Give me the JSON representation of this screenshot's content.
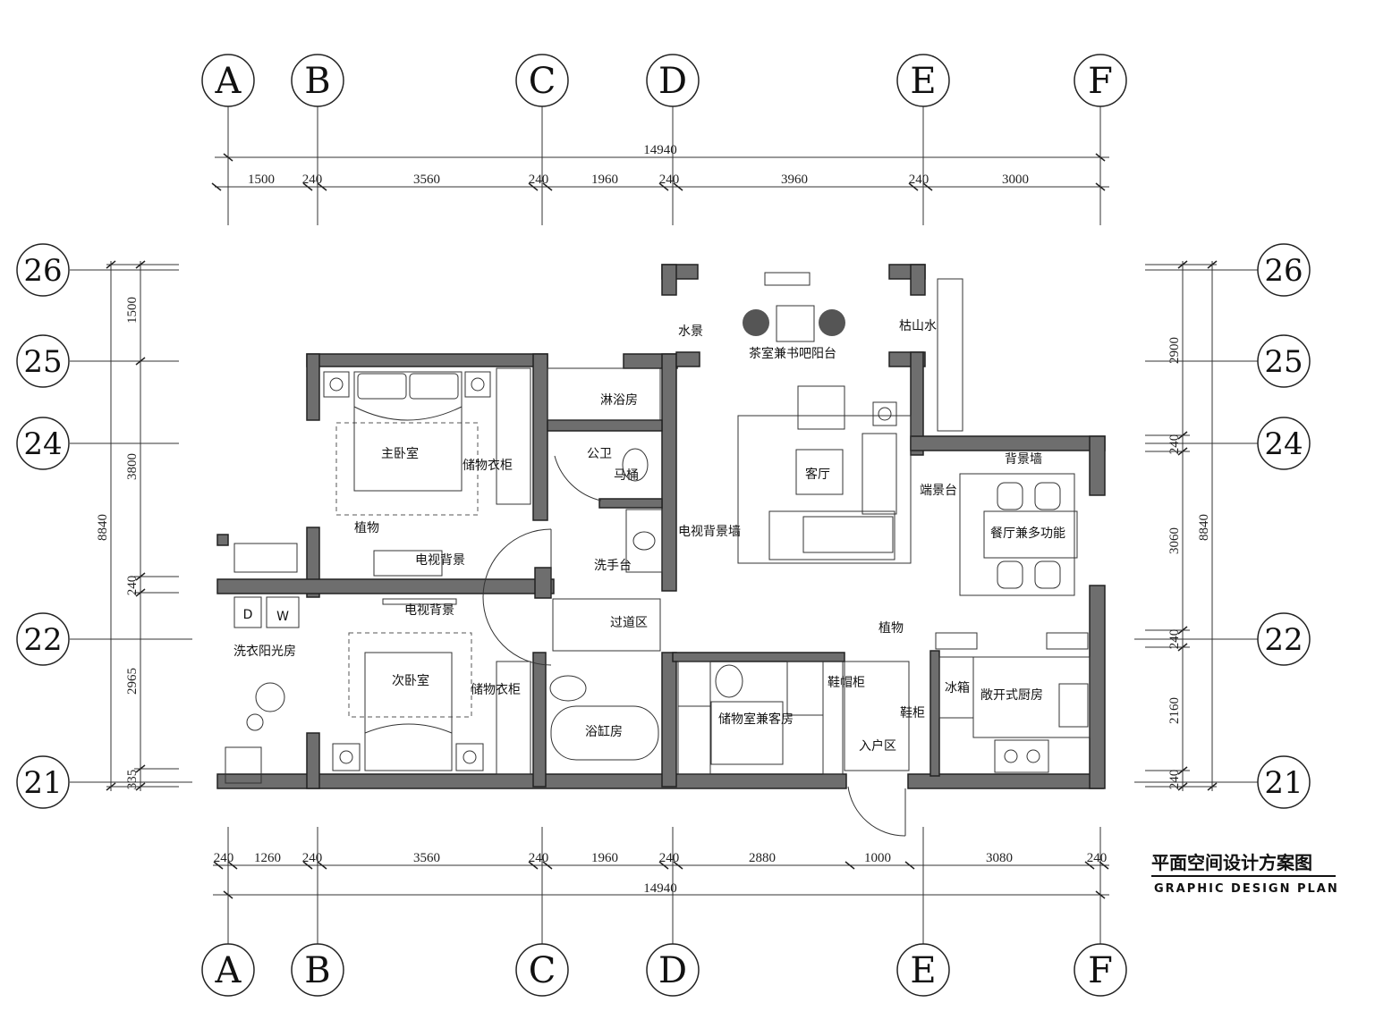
{
  "title": {
    "cn": "平面空间设计方案图",
    "en": "GRAPHIC DESIGN PLAN"
  },
  "axes": {
    "columns": [
      "A",
      "B",
      "C",
      "D",
      "E",
      "F"
    ],
    "rows": [
      "26",
      "25",
      "24",
      "22",
      "21"
    ]
  },
  "dimensions": {
    "top_total": "14940",
    "top": [
      "1500",
      "240",
      "3560",
      "240",
      "1960",
      "240",
      "3960",
      "240",
      "3000"
    ],
    "bottom": [
      "240",
      "1260",
      "240",
      "3560",
      "240",
      "1960",
      "240",
      "2880",
      "1000",
      "3080",
      "240"
    ],
    "bottom_total": "14940",
    "left_total": "8840",
    "left": [
      "1500",
      "3800",
      "240",
      "2965",
      "335"
    ],
    "right_total": "8840",
    "right": [
      "2900",
      "240",
      "3060",
      "240",
      "2160",
      "240"
    ]
  },
  "rooms": {
    "master_bedroom": "主卧室",
    "wardrobe_1": "储物衣柜",
    "plant_1": "植物",
    "tv_bg_1": "电视背景",
    "tv_bg_2": "电视背景",
    "shower": "淋浴房",
    "public_wc": "公卫",
    "toilet": "马桶",
    "wash_basin": "洗手台",
    "tv_wall": "电视背景墙",
    "water_feature": "水景",
    "tea_balcony": "茶室兼书吧阳台",
    "dry_garden": "枯山水",
    "living_room": "客厅",
    "feature_wall": "背景墙",
    "console": "端景台",
    "dining": "餐厅兼多功能",
    "plant_2": "植物",
    "corridor": "过道区",
    "laundry": "洗衣阳光房",
    "second_bedroom": "次卧室",
    "wardrobe_2": "储物衣柜",
    "bathtub": "浴缸房",
    "storage_guest": "储物室兼客房",
    "shoe_hat_cabinet": "鞋帽柜",
    "shoe_cabinet": "鞋柜",
    "entrance": "入户区",
    "fridge": "冰箱",
    "kitchen": "敞开式厨房",
    "washer_d": "D",
    "washer_w": "W"
  }
}
